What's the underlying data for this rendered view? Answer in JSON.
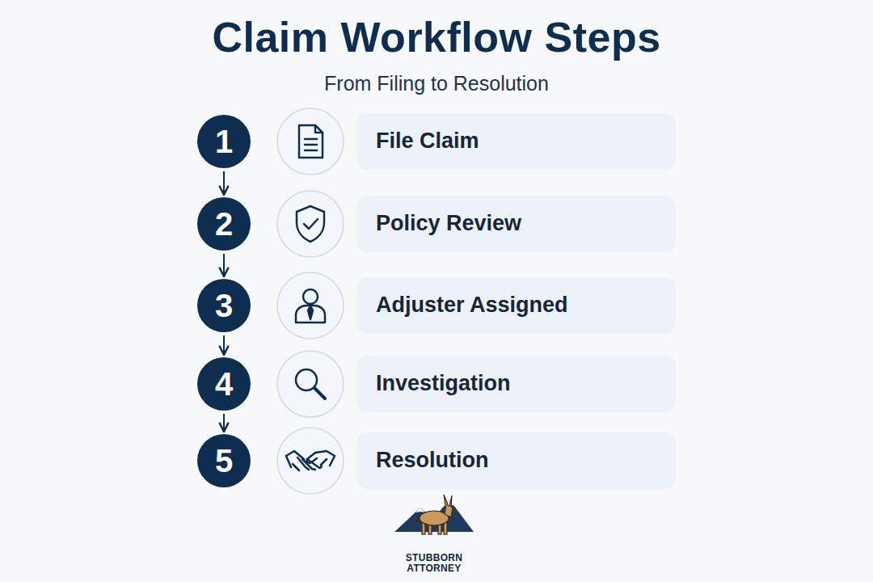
{
  "diagram": {
    "title": "Claim Workflow Steps",
    "nodes": [
      {
        "text": [
          "1"
        ]
      },
      {
        "text": [
          "File Claim"
        ]
      },
      {
        "text": [
          "2"
        ]
      },
      {
        "text": [
          "Policy Review"
        ]
      },
      {
        "text": [
          "3"
        ]
      },
      {
        "text": [
          "Adjuster Assigned"
        ]
      },
      {
        "text": [
          "4"
        ]
      },
      {
        "text": [
          "Investigation"
        ]
      },
      {
        "text": [
          "5"
        ]
      },
      {
        "text": [
          "Resolution"
        ]
      }
    ],
    "edges": [
      {
        "from": 0,
        "to": 2,
        "arrow": "to"
      },
      {
        "from": 2,
        "to": 4,
        "arrow": "to"
      },
      {
        "from": 4,
        "to": 6,
        "arrow": "to"
      },
      {
        "from": 6,
        "to": 8,
        "arrow": "to"
      }
    ],
    "labels": [
      "From Filing to Resolution",
      "STUBBORN ATTORNEY"
    ]
  }
}
